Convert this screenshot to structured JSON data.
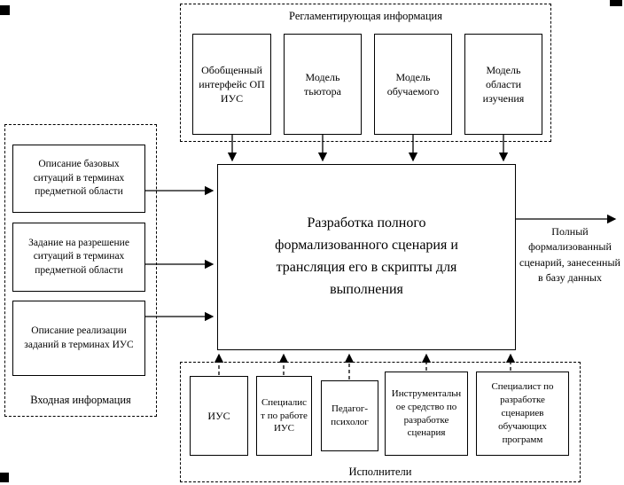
{
  "top_group": {
    "label": "Регламентирующая информация",
    "boxes": [
      "Обобщенный интерфейс ОП ИУС",
      "Модель тьютора",
      "Модель обучаемого",
      "Модель области изучения"
    ]
  },
  "left_group": {
    "label": "Входная информация",
    "boxes": [
      "Описание базовых ситуаций в терминах предметной области",
      "Задание на разрешение ситуаций в терминах предметной области",
      "Описание реализации заданий в терминах ИУС"
    ]
  },
  "center": {
    "label": "Разработка полного формализованного сценария и трансляция его в скрипты для выполнения"
  },
  "output": {
    "label": "Полный формализованный сценарий, занесенный в базу данных"
  },
  "bottom_group": {
    "label": "Исполнители",
    "boxes": [
      "ИУС",
      "Специалист по работе ИУС",
      "Педагог-психолог",
      "Инструментальное средство по разработке сценария",
      "Специалист по разработке сценариев обучающих программ"
    ]
  }
}
